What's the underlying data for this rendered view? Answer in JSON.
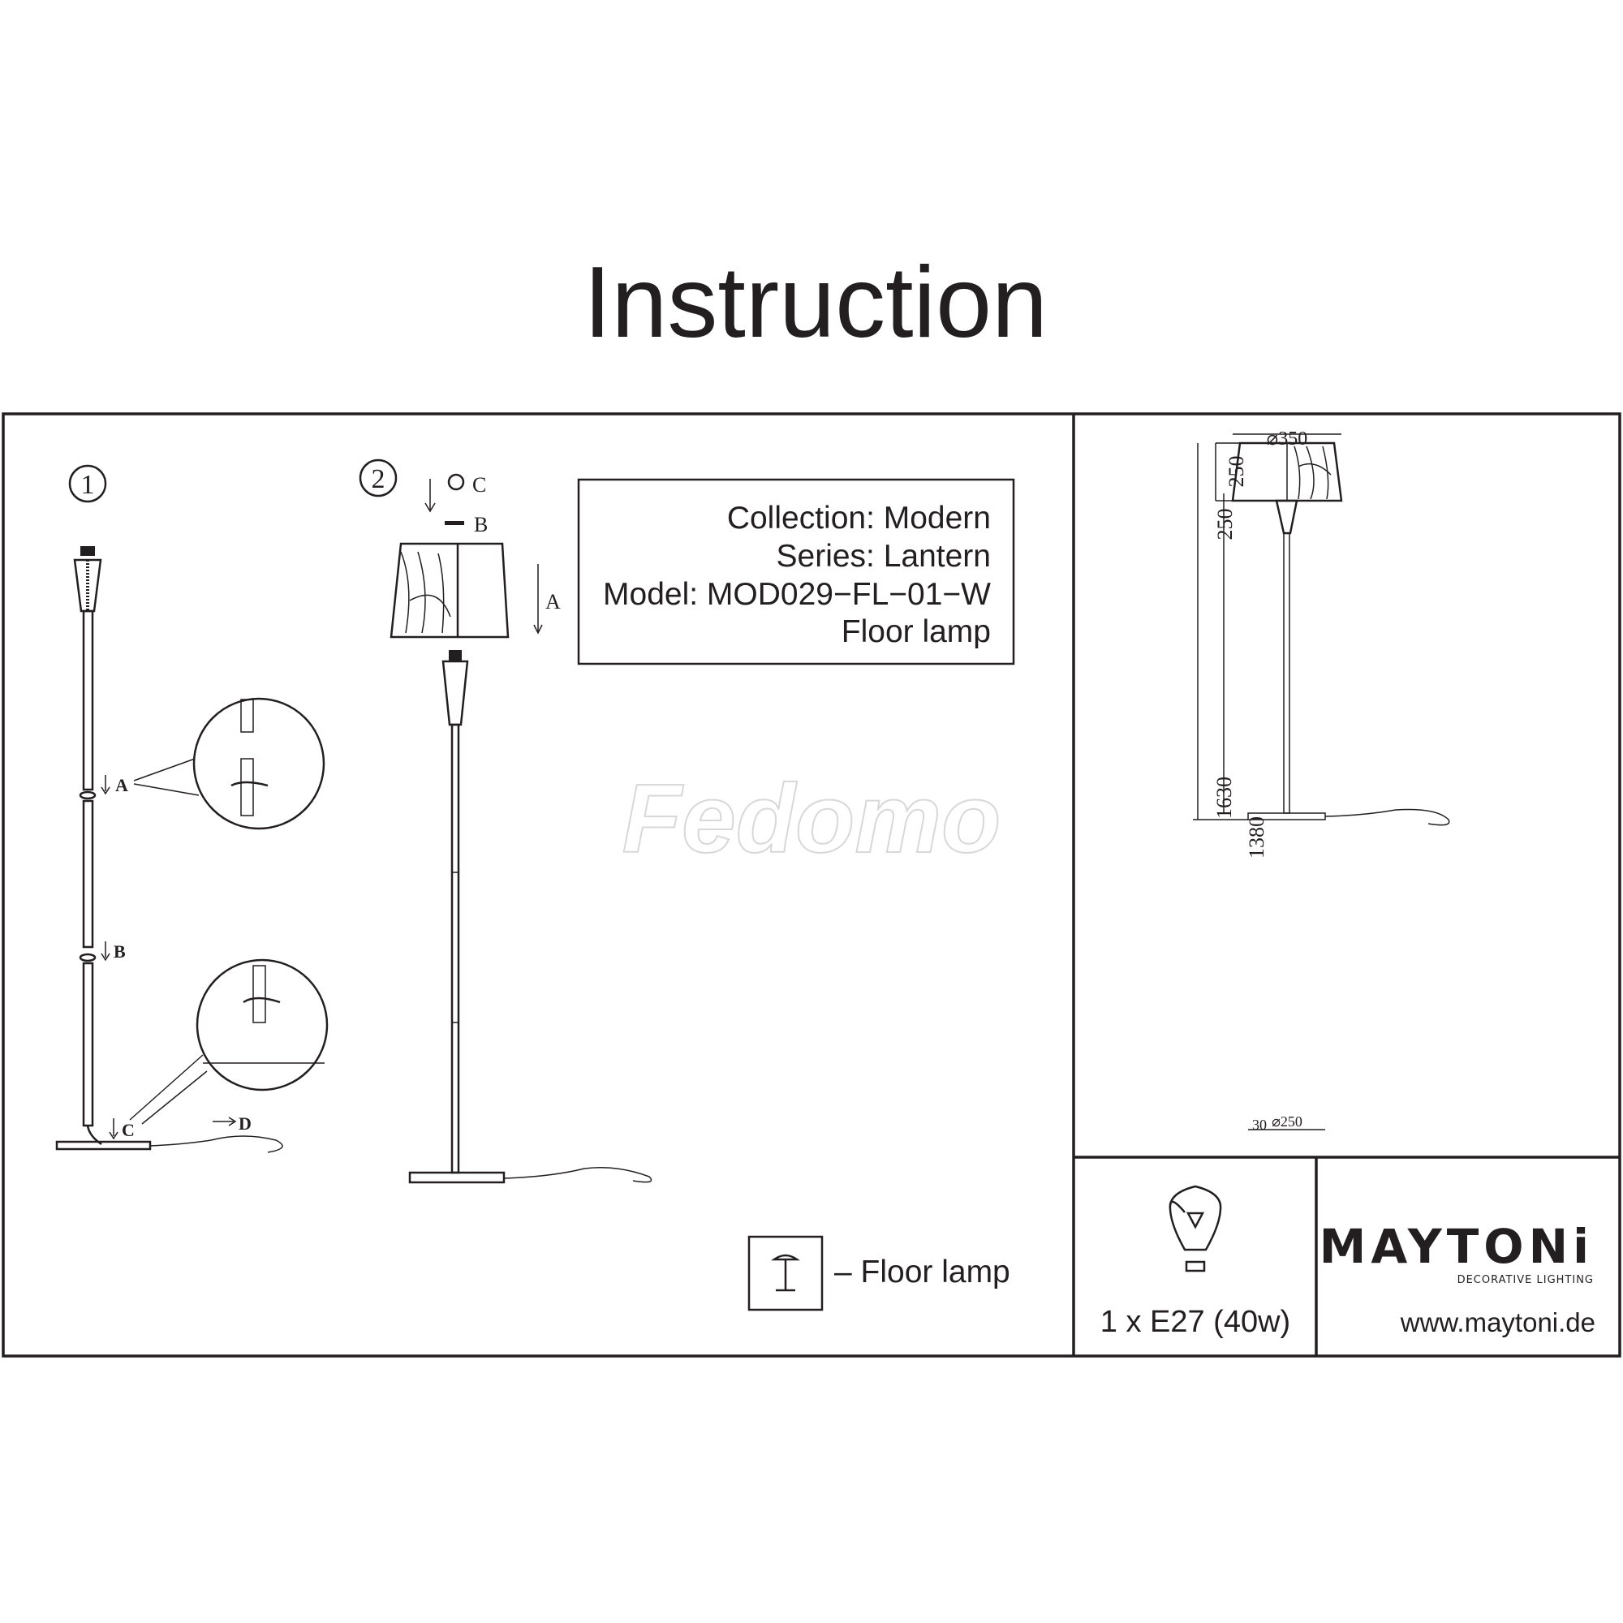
{
  "header": {
    "title": "Instruction"
  },
  "info_box": {
    "collection": "Collection: Modern",
    "series": "Series: Lantern",
    "model": "Model: MOD029−FL−01−W",
    "type": "Floor lamp"
  },
  "steps": {
    "step1": {
      "number": "①",
      "labels": {
        "a": "A",
        "b": "B",
        "c": "C",
        "d": "D"
      }
    },
    "step2": {
      "number": "②",
      "labels": {
        "a": "A",
        "b": "B",
        "c": "C"
      }
    }
  },
  "legend": {
    "symbol": "I",
    "label": "– Floor lamp"
  },
  "watermark": "Fedomo",
  "dimensions": {
    "shade_diameter": "⌀350",
    "shade_height": "250",
    "total_height": "1630",
    "shade_bottom_height": "1380",
    "base_height": "30",
    "base_diameter": "⌀250"
  },
  "bulb": {
    "icon": "light-bulb-icon",
    "spec": "1 x E27 (40w)"
  },
  "brand": {
    "name": "MAYTONi",
    "tagline": "DECORATIVE LIGHTING",
    "website": "www.maytoni.de"
  },
  "colors": {
    "ink": "#231f20",
    "background": "#ffffff"
  }
}
